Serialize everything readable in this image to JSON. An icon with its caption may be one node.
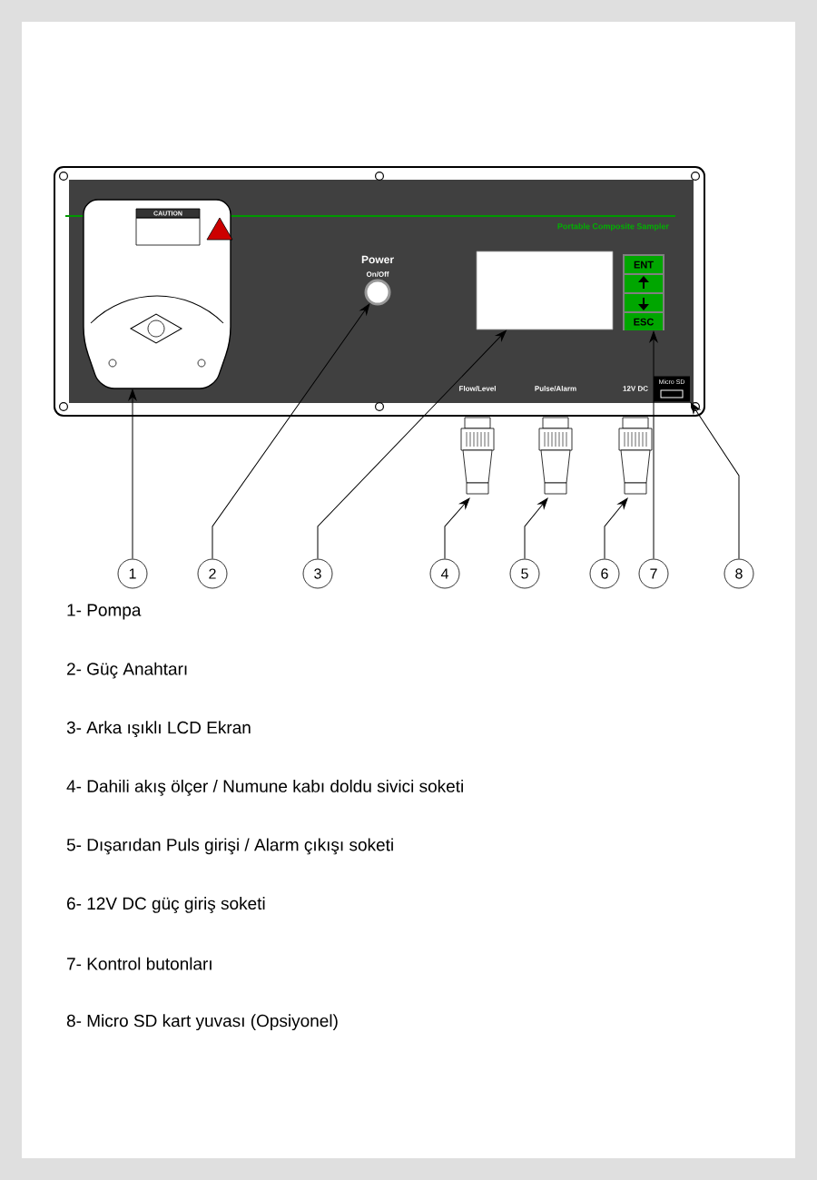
{
  "diagram": {
    "nodes": [
      {
        "text": [
          "CAUTION"
        ]
      },
      {
        "text": [],
        "shape": "circle",
        "beside": [
          "Power",
          "On/Off"
        ]
      },
      {
        "text": [],
        "shape": "box"
      },
      {
        "text": [
          "ENT",
          "ESC"
        ]
      },
      {
        "text": [
          "Micro SD"
        ]
      },
      {
        "text": [],
        "shape": "cylinder"
      },
      {
        "text": [],
        "shape": "cylinder"
      },
      {
        "text": [],
        "shape": "cylinder"
      },
      {
        "text": [
          "1"
        ]
      },
      {
        "text": [
          "2"
        ]
      },
      {
        "text": [
          "3"
        ]
      },
      {
        "text": [
          "4"
        ]
      },
      {
        "text": [
          "5"
        ]
      },
      {
        "text": [
          "6"
        ]
      },
      {
        "text": [
          "7"
        ]
      },
      {
        "text": [
          "8"
        ]
      }
    ],
    "edges": [
      {
        "from": 8,
        "to": 0,
        "arrow": "to"
      },
      {
        "from": 9,
        "to": 1,
        "arrow": "to"
      },
      {
        "from": 10,
        "to": 2,
        "arrow": "to"
      },
      {
        "from": 11,
        "to": 5,
        "arrow": "to"
      },
      {
        "from": 12,
        "to": 6,
        "arrow": "to"
      },
      {
        "from": 13,
        "to": 7,
        "arrow": "to"
      },
      {
        "from": 14,
        "to": 3,
        "arrow": "to"
      },
      {
        "from": 15,
        "to": 4,
        "arrow": "to"
      }
    ],
    "labels": [
      "Portable Composite Sampler",
      "Flow/Level",
      "Pulse/Alarm",
      "12V DC",
      "1- Pompa",
      "2- Güç Anahtarı",
      "3- Arka ışıklı LCD Ekran",
      "4- Dahili akış ölçer / Numune kabı doldu sivici soketi",
      "5- Dışarıdan Puls girişi / Alarm çıkışı soketi",
      "6- 12V DC güç giriş soketi",
      "7- Kontrol butonları",
      "8- Micro SD kart yuvası (Opsiyonel)"
    ]
  }
}
